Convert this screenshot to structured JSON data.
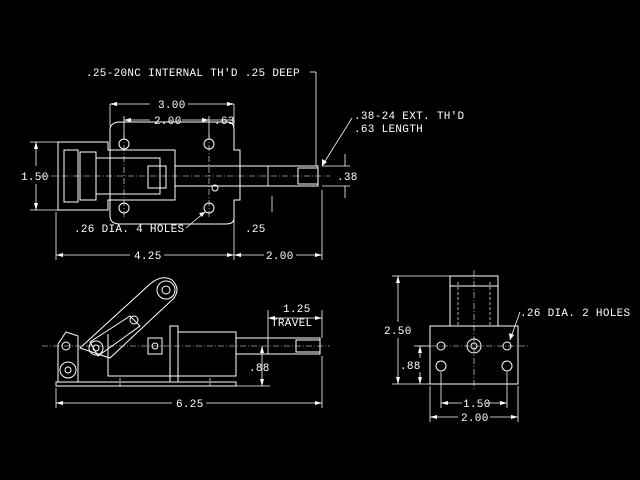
{
  "drawing": {
    "background": "#000000",
    "line_color": "#ffffff",
    "top_view": {
      "note_internal_thread": ".25-20NC INTERNAL TH'D .25 DEEP",
      "note_external_thread_1": ".38-24 EXT. TH'D",
      "note_external_thread_2": ".63 LENGTH",
      "dim_overall_hole_span": "3.00",
      "dim_inner_hole_span": "2.00",
      "dim_hole_offset": ".63",
      "dim_height": "1.50",
      "dim_plunger_dia": ".38",
      "note_mount_holes": ".26 DIA. 4 HOLES",
      "dim_small_offset": ".25",
      "dim_base_length": "4.25",
      "dim_plunger_length": "2.00"
    },
    "side_view": {
      "dim_travel_value": "1.25",
      "dim_travel_label": "TRAVEL",
      "dim_centerline_height": ".88",
      "dim_overall_length": "6.25"
    },
    "end_view": {
      "dim_height": "2.50",
      "dim_hole_height": ".88",
      "note_mount_holes": ".26 DIA. 2 HOLES",
      "dim_hole_spacing": "1.50",
      "dim_width": "2.00"
    }
  }
}
